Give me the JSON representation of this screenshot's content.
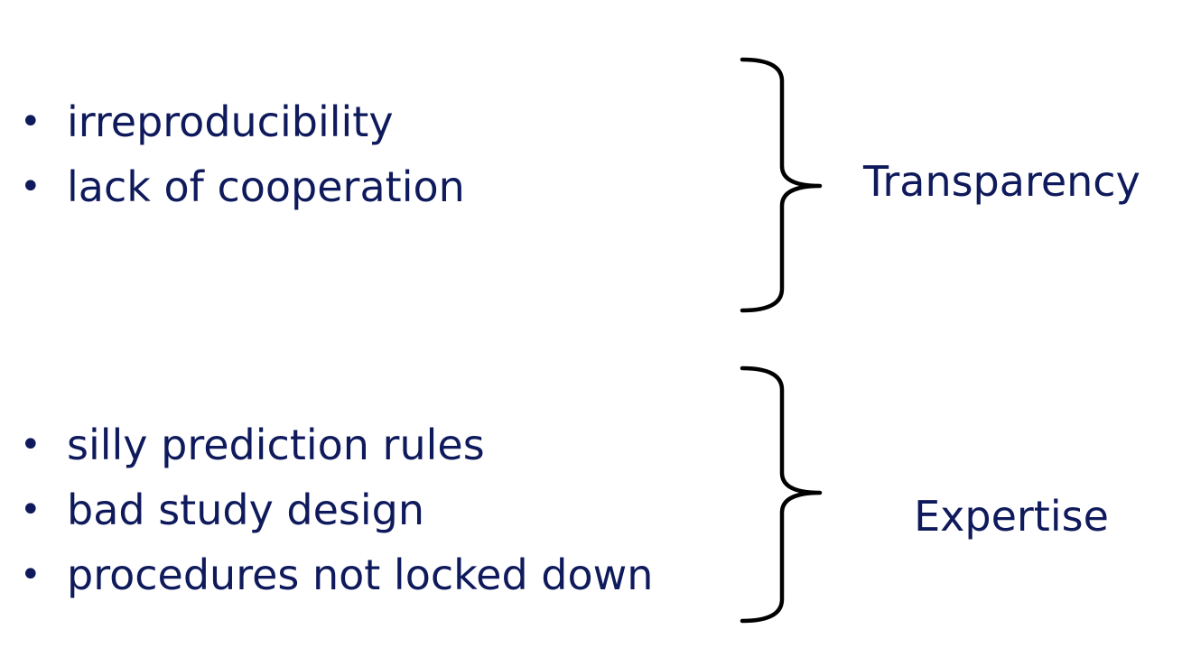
{
  "groups": [
    {
      "items": [
        "irreproducibility",
        "lack of cooperation"
      ],
      "label": "Transparency"
    },
    {
      "items": [
        "silly prediction rules",
        "bad study design",
        "procedures not locked down"
      ],
      "label": "Expertise"
    }
  ],
  "colors": {
    "text": "#0f1a5c",
    "brace": "#000000",
    "background": "#ffffff"
  }
}
